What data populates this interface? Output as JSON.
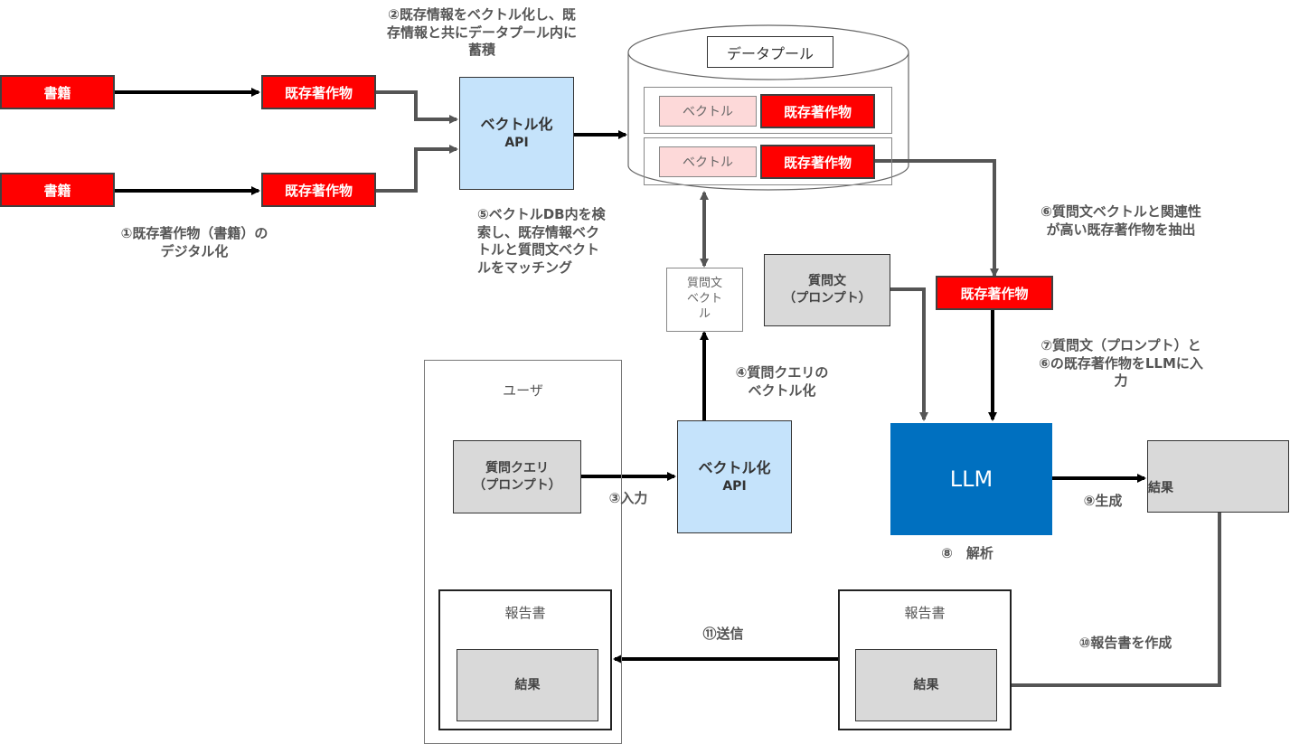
{
  "sources": [
    {
      "book": "書籍",
      "work": "既存著作物"
    },
    {
      "book": "書籍",
      "work": "既存著作物"
    }
  ],
  "step1": "①既存著作物（書籍）の\nデジタル化",
  "step2": "②既存情報をベクトル化し、既\n存情報と共にデータプール内に\n蓄積",
  "vector_api_top": {
    "line1": "ベクトル化",
    "line2": "API"
  },
  "datapool": {
    "title": "データプール",
    "rows": [
      {
        "vector": "ベクトル",
        "work": "既存著作物"
      },
      {
        "vector": "ベクトル",
        "work": "既存著作物"
      }
    ]
  },
  "step5": "⑤ベクトルDB内を検\n索し、既存情報ベク\nトルと質問文ベクト\nルをマッチング",
  "query_vector": "質問文\nベクト\nル",
  "step6": "⑥質問文ベクトルと関連性\nが高い既存著作物を抽出",
  "prompt_box": "質問文\n（プロンプト）",
  "extracted_work": "既存著作物",
  "step7": "⑦質問文（プロンプト）と\n⑥の既存著作物をLLMに入\n力",
  "user": {
    "title": "ユーザ",
    "query": "質問クエリ\n（プロンプト）",
    "report_title": "報告書",
    "report_result": "結果"
  },
  "step3": "③入力",
  "step4": "④質問クエリの\nベクトル化",
  "vector_api_bottom": {
    "line1": "ベクトル化",
    "line2": "API"
  },
  "llm": "LLM",
  "step8": "⑧　解析",
  "step9": "⑨生成",
  "result_box": "結果",
  "step10": "⑩報告書を作成",
  "report": {
    "title": "報告書",
    "result": "結果"
  },
  "step11": "⑪送信",
  "colors": {
    "red": "#ff0000",
    "light_blue": "#c5e3fb",
    "llm_blue": "#0070c0",
    "gray": "#d9d9d9",
    "pink": "#fdd9d9"
  }
}
